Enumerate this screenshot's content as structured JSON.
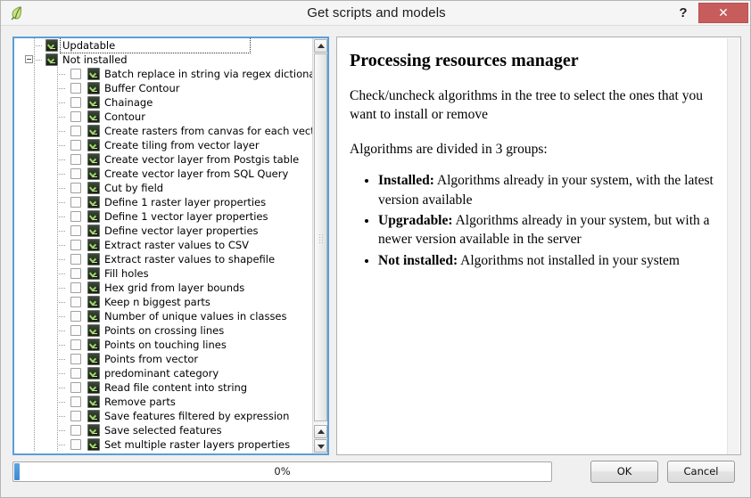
{
  "window": {
    "title": "Get scripts and models",
    "icon": "qgis-leaf-icon",
    "help_label": "?",
    "close_label": "✕"
  },
  "tree": {
    "groups": [
      {
        "label": "Updatable",
        "icon": "script-icon",
        "expanded": false,
        "focused": true,
        "children": []
      },
      {
        "label": "Not installed",
        "icon": "script-icon",
        "expanded": true,
        "focused": false,
        "children": [
          {
            "label": "Batch replace in string via regex dictionary",
            "checked": false
          },
          {
            "label": "Buffer Contour",
            "checked": false
          },
          {
            "label": "Chainage",
            "checked": false
          },
          {
            "label": "Contour",
            "checked": false
          },
          {
            "label": "Create rasters from canvas for each vector laye…",
            "checked": false
          },
          {
            "label": "Create tiling from vector layer",
            "checked": false
          },
          {
            "label": "Create vector layer from Postgis table",
            "checked": false
          },
          {
            "label": "Create vector layer from SQL Query",
            "checked": false
          },
          {
            "label": "Cut by field",
            "checked": false
          },
          {
            "label": "Define 1 raster layer properties",
            "checked": false
          },
          {
            "label": "Define 1 vector layer properties",
            "checked": false
          },
          {
            "label": "Define vector layer properties",
            "checked": false
          },
          {
            "label": "Extract raster values to CSV",
            "checked": false
          },
          {
            "label": "Extract raster values to shapefile",
            "checked": false
          },
          {
            "label": "Fill holes",
            "checked": false
          },
          {
            "label": "Hex grid from layer bounds",
            "checked": false
          },
          {
            "label": "Keep n biggest parts",
            "checked": false
          },
          {
            "label": "Number of unique values in classes",
            "checked": false
          },
          {
            "label": "Points on crossing lines",
            "checked": false
          },
          {
            "label": "Points on touching lines",
            "checked": false
          },
          {
            "label": "Points from vector",
            "checked": false
          },
          {
            "label": "predominant category",
            "checked": false
          },
          {
            "label": "Read file content into string",
            "checked": false
          },
          {
            "label": "Remove parts",
            "checked": false
          },
          {
            "label": "Save features filtered by expression",
            "checked": false
          },
          {
            "label": "Save selected features",
            "checked": false
          },
          {
            "label": "Set multiple raster layers properties",
            "checked": false
          }
        ]
      }
    ],
    "scrollbar": {
      "top_arrow": "▲",
      "bottom_up_arrow": "▲",
      "bottom_down_arrow": "▼"
    }
  },
  "description": {
    "title": "Processing resources manager",
    "paragraph1": "Check/uncheck algorithms in the tree to select the ones that you want to install or remove",
    "paragraph2": "Algorithms are divided in 3 groups:",
    "bullets": [
      {
        "term": "Installed:",
        "text": " Algorithms already in your system, with the latest version available"
      },
      {
        "term": "Upgradable:",
        "text": " Algorithms already in your system, but with a newer version available in the server"
      },
      {
        "term": "Not installed:",
        "text": " Algorithms not installed in your system"
      }
    ]
  },
  "footer": {
    "progress_value": 0,
    "progress_label": "0%",
    "ok_label": "OK",
    "cancel_label": "Cancel"
  },
  "colors": {
    "accent_blue": "#3d8ad6",
    "focus_border": "#5b9ed7",
    "close_red": "#c75c5c",
    "titlebar_bg": "#f5f5f5",
    "dialog_bg": "#f0f0f0"
  }
}
